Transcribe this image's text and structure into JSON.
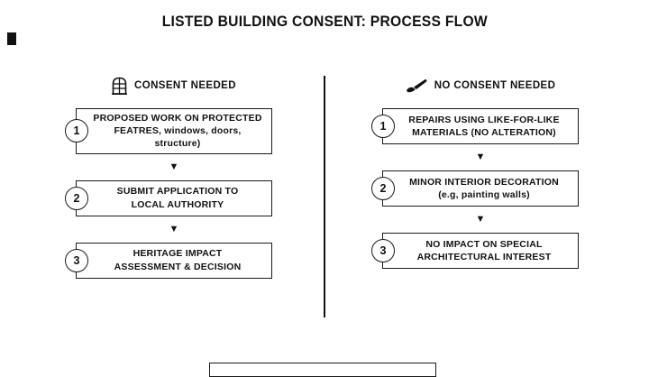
{
  "title": "LISTED BUILDING CONSENT: PROCESS FLOW",
  "arrow_glyph": "▼",
  "colors": {
    "ink": "#111111",
    "background": "#ffffff"
  },
  "columns": [
    {
      "icon": "arched-window-icon",
      "heading": "CONSENT NEEDED",
      "steps": [
        {
          "num": "1",
          "line1": "PROPOSED WORK ON PROTECTED",
          "line2": "FEATRES, windows, doors, structure)"
        },
        {
          "num": "2",
          "line1": "SUBMIT APPLICATION TO",
          "line2": "LOCAL AUTHORITY"
        },
        {
          "num": "3",
          "line1": "HERITAGE IMPACT",
          "line2": "ASSESSMENT & DECISION"
        }
      ]
    },
    {
      "icon": "paintbrush-icon",
      "heading": "NO CONSENT NEEDED",
      "steps": [
        {
          "num": "1",
          "line1": "REPAIRS USING LIKE-FOR-LIKE",
          "line2": "MATERIALS (NO ALTERATION)"
        },
        {
          "num": "2",
          "line1": "MINOR INTERIOR DECORATION",
          "line2": "(e.g, painting walls)"
        },
        {
          "num": "3",
          "line1": "NO IMPACT ON SPECIAL",
          "line2": "ARCHITECTURAL INTEREST"
        }
      ]
    }
  ]
}
